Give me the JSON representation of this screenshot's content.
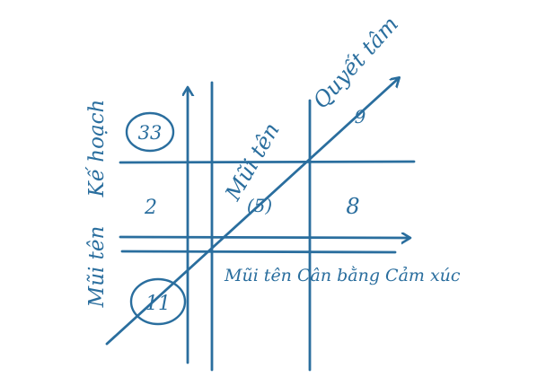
{
  "colors": {
    "ink": "#2a6e9e",
    "background": "#ffffff"
  },
  "cells": {
    "top_left_circled": "33",
    "middle_left": "2",
    "center": "(5)",
    "middle_right": "8",
    "bottom_left_circled": "11",
    "top_right_digit": "9"
  },
  "labels": {
    "vertical_left_upper": "Kế hoạch",
    "vertical_left_lower": "Mũi tên",
    "diagonal_upper": "Quyết tâm",
    "diagonal_lower": "Mũi tên",
    "bottom_row": "Mũi tên  Cân bằng Cảm xúc"
  }
}
